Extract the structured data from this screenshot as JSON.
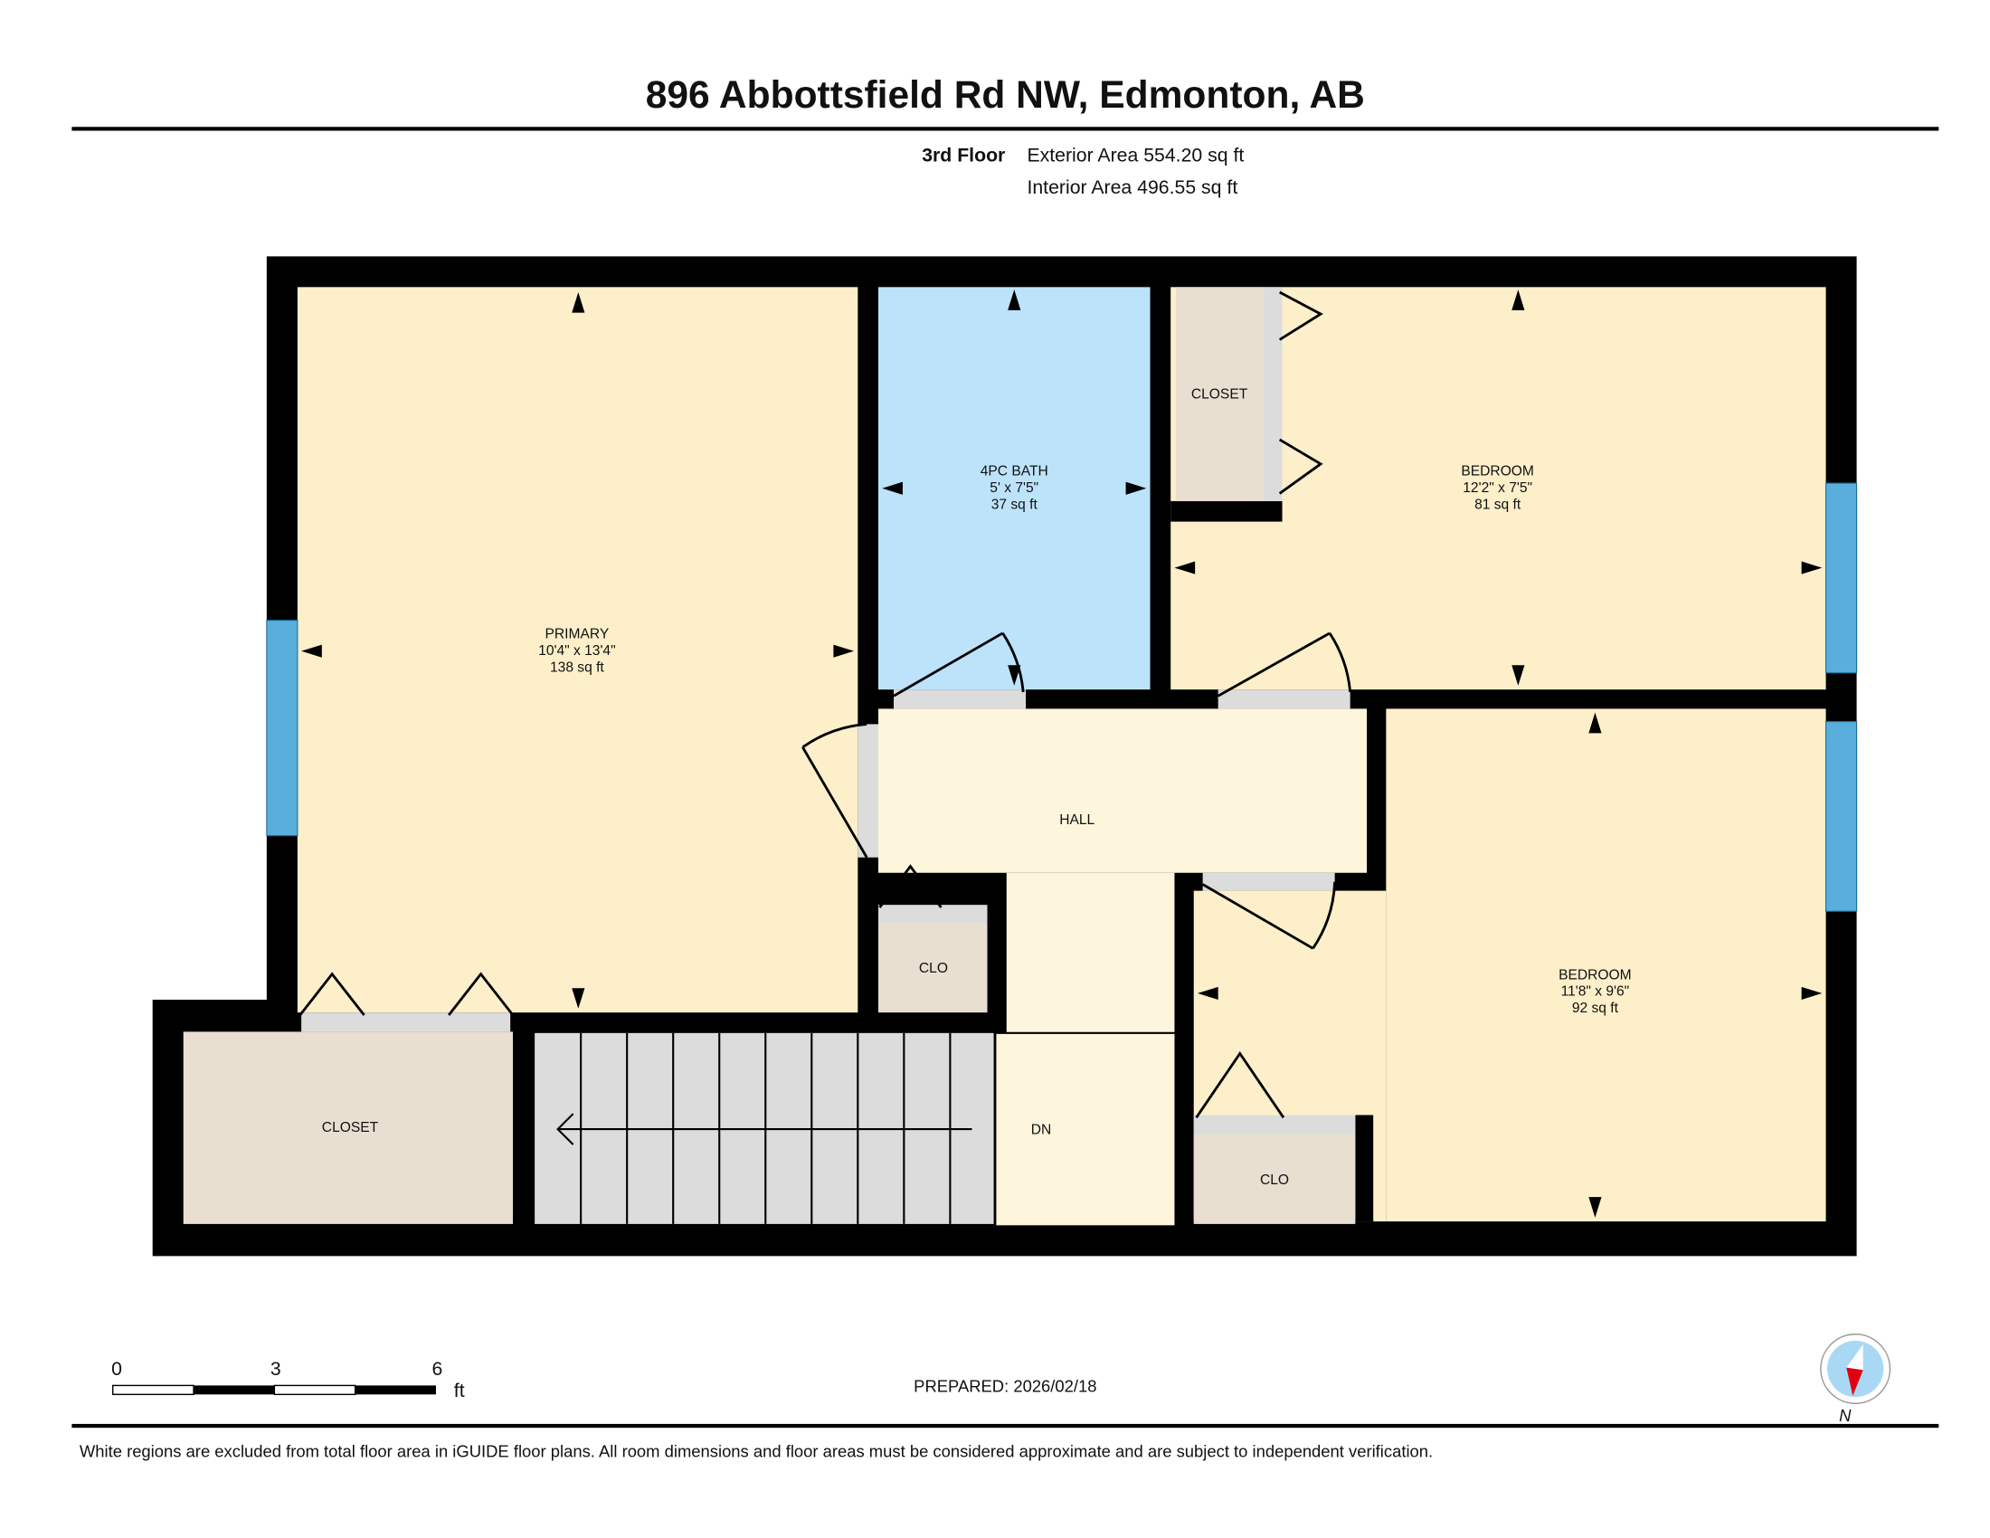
{
  "header": {
    "title": "896 Abbottsfield Rd NW, Edmonton, AB",
    "floor_label": "3rd Floor",
    "exterior_area": "Exterior Area 554.20 sq ft",
    "interior_area": "Interior Area 496.55 sq ft"
  },
  "rooms": {
    "primary": {
      "name": "PRIMARY",
      "dims": "10'4\" x 13'4\"",
      "area": "138 sq ft"
    },
    "bath": {
      "name": "4PC BATH",
      "dims": "5' x 7'5\"",
      "area": "37 sq ft"
    },
    "bedroom1": {
      "name": "BEDROOM",
      "dims": "12'2\" x 7'5\"",
      "area": "81 sq ft"
    },
    "bedroom2": {
      "name": "BEDROOM",
      "dims": "11'8\" x 9'6\"",
      "area": "92 sq ft"
    },
    "closet_top": {
      "name": "CLOSET"
    },
    "closet_bottom": {
      "name": "CLOSET"
    },
    "clo1": {
      "name": "CLO"
    },
    "clo2": {
      "name": "CLO"
    },
    "hall": {
      "name": "HALL"
    },
    "stairs": {
      "name": "DN"
    }
  },
  "colors": {
    "bedroom": "#fcefc9",
    "bath": "#bde3fb",
    "closet": "#e8dfd1",
    "hall": "#fdf6dc",
    "stairs": "#dcdcdc",
    "window": "#5aaedc",
    "wall": "#000000"
  },
  "scale_bar": {
    "labels": [
      "0",
      "3",
      "6"
    ],
    "unit": "ft"
  },
  "prepared": "PREPARED: 2026/02/18",
  "compass": {
    "label": "N",
    "icon": "compass-icon"
  },
  "footer": {
    "disclaimer": "White regions are excluded from total floor area in iGUIDE floor plans. All room dimensions and floor areas must be considered approximate and are subject to independent verification."
  }
}
